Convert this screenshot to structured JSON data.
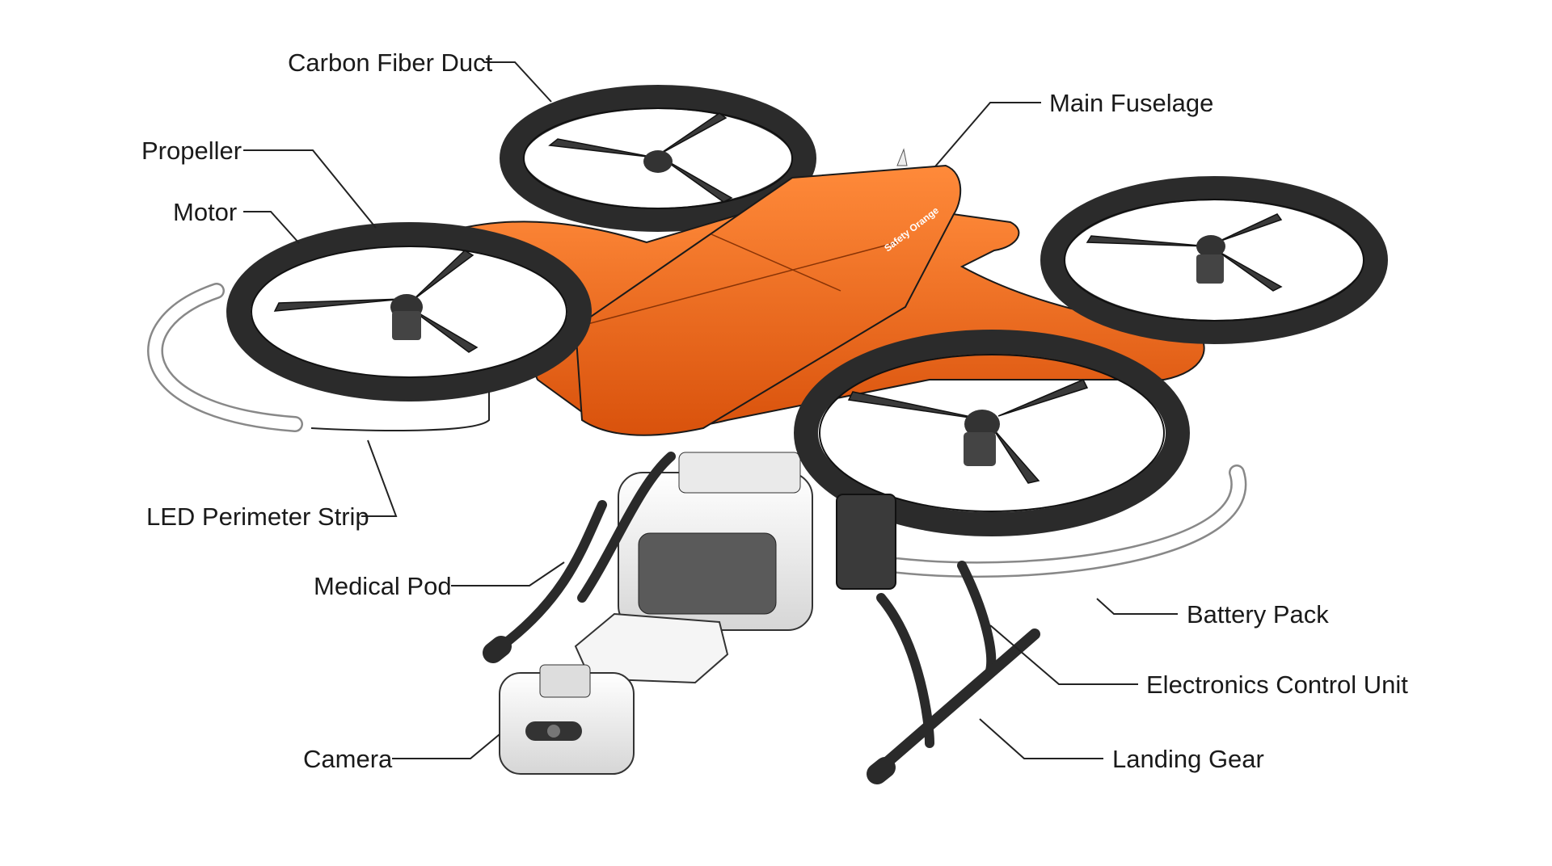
{
  "title": "Exploded view of medical delivery drone",
  "fuselage_text": "Safety Orange",
  "labels": {
    "carbon_fiber_duct": "Carbon Fiber Duct",
    "main_fuselage": "Main Fuselage",
    "propeller": "Propeller",
    "motor": "Motor",
    "led_perimeter_strip": "LED Perimeter Strip",
    "medical_pod": "Medical Pod",
    "camera": "Camera",
    "battery_pack": "Battery Pack",
    "electronics_control_unit": "Electronics Control Unit",
    "landing_gear": "Landing Gear"
  },
  "colors": {
    "fuselage": "#f26a1b",
    "duct": "#2b2b2b",
    "pod": "#f2f2f2"
  }
}
